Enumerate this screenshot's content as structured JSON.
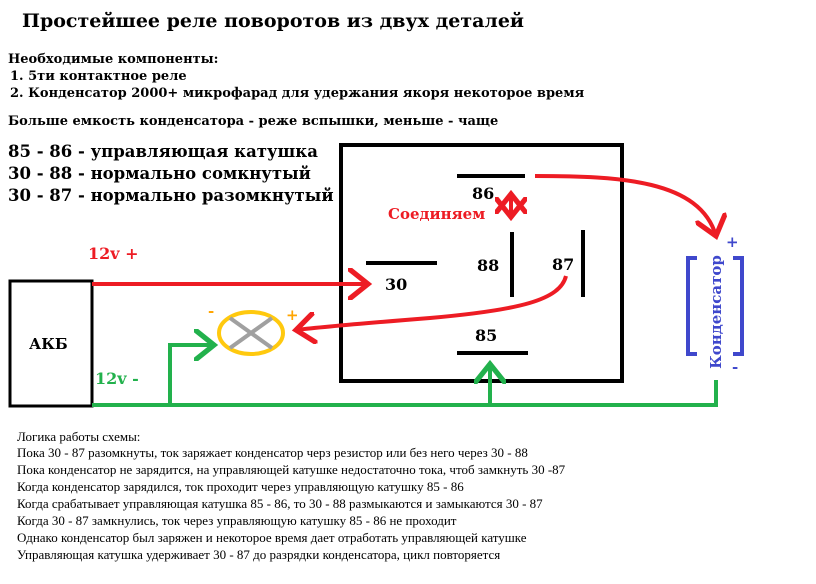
{
  "title": "Простейшее реле поворотов из двух деталей",
  "requirements": {
    "heading": "Необходимые компоненты:",
    "items": [
      "1. 5ти контактное реле",
      "2. Конденсатор 2000+ микрофарад для удержания якоря некоторое время"
    ],
    "note": "Больше емкость конденсатора - реже вспышки, меньше - чаще"
  },
  "legend": [
    "85 - 86 - управляющая катушка",
    "30 - 88 - нормально сомкнутый",
    "30 - 87 - нормально разомкнутый"
  ],
  "diagram": {
    "battery": "АКБ",
    "plus_12v": "12v +",
    "minus_12v": "12v -",
    "pins": {
      "p86": "86",
      "p30": "30",
      "p88": "88",
      "p87": "87",
      "p85": "85"
    },
    "connect_label": "Соединяем",
    "capacitor": "Конденсатор",
    "cap_plus": "+",
    "cap_minus": "-",
    "lamp_minus": "-",
    "lamp_plus": "+"
  },
  "logic": {
    "heading": "Логика работы схемы:",
    "lines": [
      "Пока 30 - 87 разомкнуты, ток заряжает конденсатор черз резистор или без него через 30 - 88",
      "Пока конденсатор не зарядится, на управляющей катушке недостаточно тока, чтоб замкнуть 30 -87",
      "Когда конденсатор зарядился, ток проходит через управляющую катушку 85 - 86",
      "Когда срабатывает управляющая катушка 85 - 86, то 30 - 88 размыкаются и замыкаются 30 - 87",
      "Когда 30 - 87 замкнулись, ток через управляющую катушку 85 - 86 не проходит",
      "Однако конденсатор был заряжен и некоторое время дает отработать управляющей катушке",
      "Управляющая катушка удерживает 30 - 87 до разрядки конденсатора, цикл повторяется"
    ]
  },
  "colors": {
    "red": "#ed1c24",
    "green": "#22b14c",
    "blue": "#3f48cc",
    "yellow": "#ffc90e",
    "gray": "#a0a0a0"
  }
}
